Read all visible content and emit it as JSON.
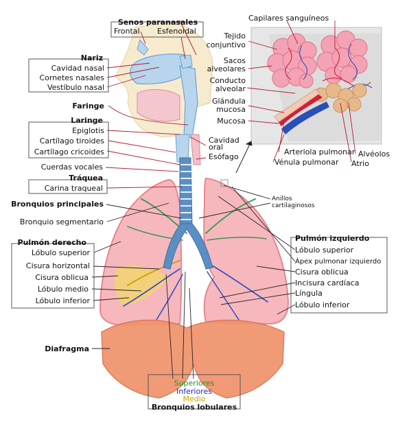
{
  "colors": {
    "lung_fill": "#f6b8bd",
    "lung_edge": "#e7868f",
    "airway_blue": "#5b8fc4",
    "upper_airway": "#b8d5ee",
    "diaphragm": "#f0926b",
    "leader_red": "#b0192c",
    "leader_black": "#222222",
    "superior": "#2e8b2e",
    "inferior": "#1e1ec8",
    "medio": "#c8a000",
    "alveoli": "#f4a3b4",
    "inset_bg": "#e6e6e6"
  },
  "labels": {
    "senos_title": "Senos paranasales",
    "frontal": "Frontal",
    "esfenoidal": "Esfenoidal",
    "nariz_title": "Nariz",
    "cavidad_nasal": "Cavidad nasal",
    "cornetes_nasales": "Cornetes nasales",
    "vestibulo_nasal": "Vestíbulo nasal",
    "faringe": "Faringe",
    "laringe_title": "Laringe",
    "epiglotis": "Epiglotis",
    "cartilago_tiroides": "Cartílago tiroides",
    "cartilago_cricoides": "Cartílago cricoides",
    "cavidad_oral_1": "Cavidad",
    "cavidad_oral_2": "oral",
    "esofago": "Esófago",
    "cuerdas_vocales": "Cuerdas vocales",
    "traquea_title": "Tráquea",
    "carina_traqueal": "Carina traqueal",
    "anillos_1": "Anillos",
    "anillos_2": "cartilaginosos",
    "bronquios_principales": "Bronquios principales",
    "bronquio_segmentario": "Bronquio segmentario",
    "pulmon_derecho_title": "Pulmón derecho",
    "lobulo_superior_der": "Lóbulo superior",
    "cisura_horizontal": "Cisura horizontal",
    "cisura_oblicua_der": "Cisura oblicua",
    "lobulo_medio": "Lóbulo medio",
    "lobulo_inferior_der": "Lóbulo inferior",
    "pulmon_izquierdo_title": "Pulmón izquierdo",
    "lobulo_superior_izq": "Lóbulo superior",
    "apex_pulmonar": "Ápex pulmonar izquierdo",
    "cisura_oblicua_izq": "Cisura oblicua",
    "incisura_cardiaca": "Incisura cardíaca",
    "lingula": "Língula",
    "lobulo_inferior_izq": "Lóbulo inferior",
    "diafragma": "Diafragma",
    "superiores": "Superiores",
    "inferiores": "Inferiores",
    "medio": "Medio",
    "bronquios_lobulares": "Bronquios lobulares",
    "capilares": "Capilares sanguíneos",
    "tejido_1": "Tejido",
    "tejido_2": "conjuntivo",
    "sacos_1": "Sacos",
    "sacos_2": "alveolares",
    "conducto_1": "Conducto",
    "conducto_2": "alveolar",
    "glandula_1": "Glándula",
    "glandula_2": "mucosa",
    "mucosa": "Mucosa",
    "arteriola": "Arteriola pulmonar",
    "venula": "Vénula pulmonar",
    "alveolos": "Alvéolos",
    "atrio": "Atrio"
  }
}
